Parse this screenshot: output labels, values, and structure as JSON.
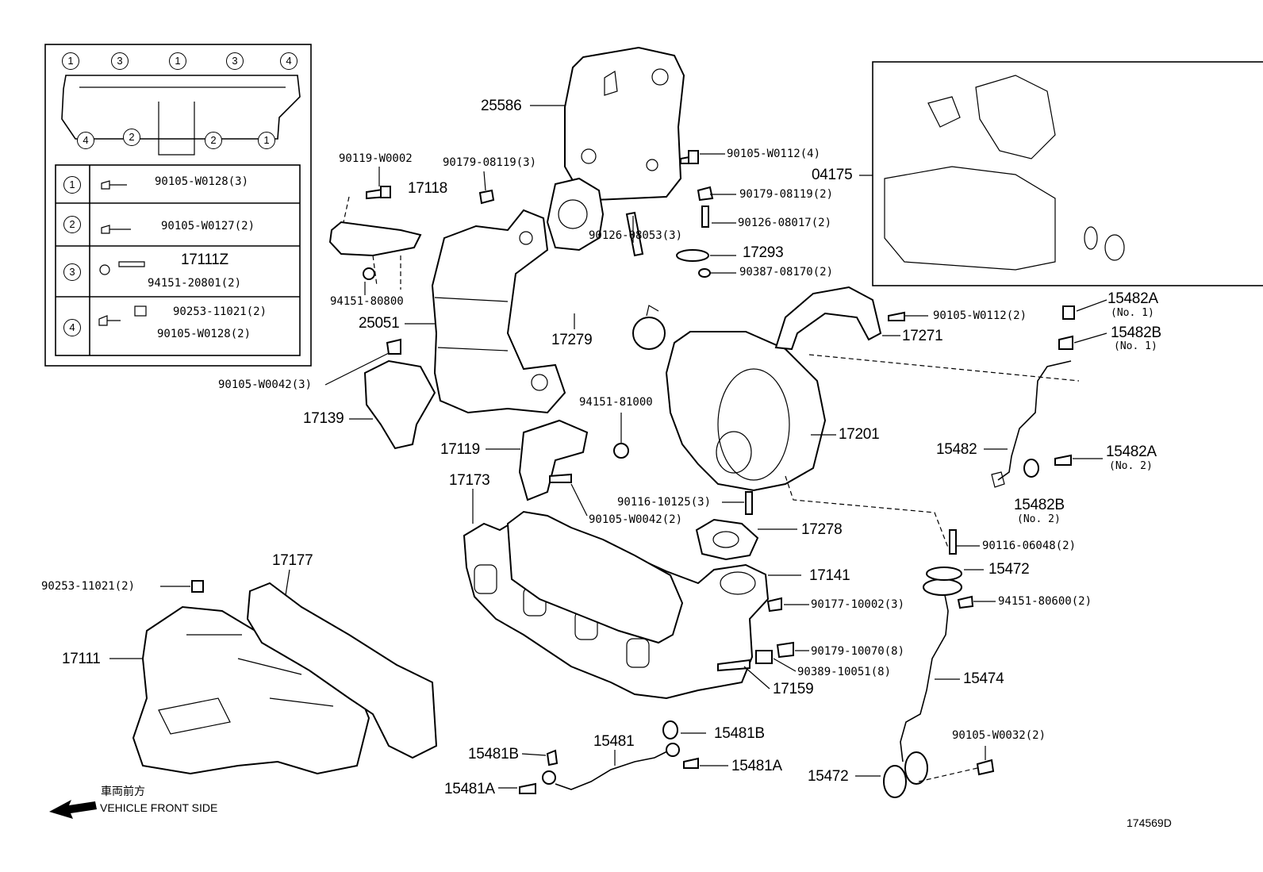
{
  "inset_markers": [
    "1",
    "3",
    "1",
    "3",
    "4",
    "4",
    "2",
    "2",
    "1"
  ],
  "legend": [
    {
      "marker": "1",
      "parts": [
        "90105-W0128(3)"
      ]
    },
    {
      "marker": "2",
      "parts": [
        "90105-W0127(2)"
      ]
    },
    {
      "marker": "3",
      "parts": [
        "17111Z",
        "94151-20801(2)"
      ]
    },
    {
      "marker": "4",
      "parts": [
        "90253-11021(2)",
        "90105-W0128(2)"
      ]
    }
  ],
  "callouts": {
    "p25586": "25586",
    "p90105w0112_4": "90105-W0112(4)",
    "p04175": "04175",
    "p90119w0002": "90119-W0002",
    "p90179_08119_3": "90179-08119(3)",
    "p17118": "17118",
    "p90179_08119_2": "90179-08119(2)",
    "p90126_08017": "90126-08017(2)",
    "p90126_08053": "90126-08053(3)",
    "p17293": "17293",
    "p90387_08170": "90387-08170(2)",
    "p94151_80800": "94151-80800",
    "p25051": "25051",
    "p17279": "17279",
    "p90105w0112_2": "90105-W0112(2)",
    "p17271": "17271",
    "p15482a_1": "15482A",
    "p15482a_1_sub": "(No. 1)",
    "p15482b_1": "15482B",
    "p15482b_1_sub": "(No. 1)",
    "p90105w0042_3": "90105-W0042(3)",
    "p17139": "17139",
    "p94151_81000": "94151-81000",
    "p17201": "17201",
    "p17119": "17119",
    "p15482": "15482",
    "p15482a_2": "15482A",
    "p15482a_2_sub": "(No. 2)",
    "p17173": "17173",
    "p90116_10125": "90116-10125(3)",
    "p90105w0042_2": "90105-W0042(2)",
    "p15482b_2": "15482B",
    "p15482b_2_sub": "(No. 2)",
    "p17278": "17278",
    "p90116_06048": "90116-06048(2)",
    "p17177": "17177",
    "p90253_11021": "90253-11021(2)",
    "p15472_top": "15472",
    "p17141": "17141",
    "p94151_80600": "94151-80600(2)",
    "p90177_10002": "90177-10002(3)",
    "p17111": "17111",
    "p90179_10070": "90179-10070(8)",
    "p90389_10051": "90389-10051(8)",
    "p15474": "15474",
    "p17159": "17159",
    "p15481b_r": "15481B",
    "p15481": "15481",
    "p90105w0032": "90105-W0032(2)",
    "p15481b_l": "15481B",
    "p15481a_r": "15481A",
    "p15481a_l": "15481A",
    "p15472_bot": "15472"
  },
  "direction": {
    "jp": "車両前方",
    "en": "VEHICLE FRONT SIDE"
  },
  "ref_code": "174569D"
}
